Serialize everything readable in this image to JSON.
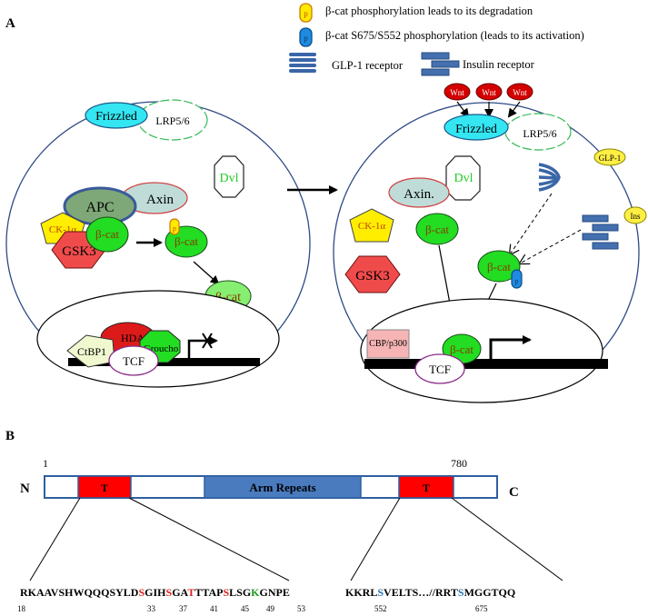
{
  "panel_a": {
    "label": "A",
    "legend": {
      "phospho_degradation": "β-cat phosphorylation leads to its degradation",
      "phospho_activation": "β-cat S675/S552 phosphorylation (leads to its activation)",
      "glp1_receptor": "GLP-1 receptor",
      "insulin_receptor": "Insulin receptor",
      "p_badge": "p"
    },
    "left_cell": {
      "frizzled": "Frizzled",
      "lrp": "LRP5/6",
      "apc": "APC",
      "axin": "Axin",
      "dvl": "Dvl",
      "ck1": "CK-1α",
      "bcat": "β-cat",
      "gsk3": "GSK3",
      "nucleus": {
        "hdac": "HDAC",
        "groucho": "Groucho",
        "ctbp1": "CtBP1",
        "tcf": "TCF"
      }
    },
    "right_cell": {
      "wnt": "Wnt",
      "frizzled": "Frizzled",
      "lrp": "LRP5/6",
      "axin": "Axin.",
      "dvl": "Dvl",
      "ck1": "CK-1α",
      "bcat": "β-cat",
      "gsk3": "GSK3",
      "glp1": "GLP-1",
      "ins": "Ins",
      "p_badge": "p",
      "nucleus": {
        "cbp": "CBP/p300",
        "tcf": "TCF",
        "bcat": "β-cat"
      }
    },
    "colors": {
      "cell_border": "#2e4a86",
      "frizzled": "#33e6f2",
      "bcat": "#22dd22",
      "gsk3": "#f04b4b",
      "ck1": "#ffee00",
      "apc": "#7fa878",
      "axin": "#bfdcd9",
      "receptor": "#4470b0",
      "hdac": "#dd1a1a",
      "ctbp1": "#f0f8d0",
      "cbp": "#f6b4b4",
      "wnt": "#d40000"
    }
  },
  "panel_b": {
    "label": "B",
    "n_terminus": "N",
    "c_terminus": "C",
    "start_pos": "1",
    "end_pos": "780",
    "t_domain": "T",
    "arm_repeats": "Arm Repeats",
    "seq_left": [
      {
        "t": "RKAAVSHWQQQSYLD",
        "c": "k"
      },
      {
        "t": "S",
        "c": "r"
      },
      {
        "t": "GIH",
        "c": "k"
      },
      {
        "t": "S",
        "c": "r"
      },
      {
        "t": "GA",
        "c": "k"
      },
      {
        "t": "T",
        "c": "r"
      },
      {
        "t": "TTAP",
        "c": "k"
      },
      {
        "t": "S",
        "c": "r"
      },
      {
        "t": "LSG",
        "c": "k"
      },
      {
        "t": "K",
        "c": "g"
      },
      {
        "t": "GNPE",
        "c": "k"
      }
    ],
    "seq_right": [
      {
        "t": "KKRL",
        "c": "k"
      },
      {
        "t": "S",
        "c": "b"
      },
      {
        "t": "VELTS…//RRT",
        "c": "k"
      },
      {
        "t": "S",
        "c": "b"
      },
      {
        "t": "MGGTQQ",
        "c": "k"
      }
    ],
    "positions_left": [
      "18",
      "33",
      "37",
      "41",
      "45",
      "49",
      "53"
    ],
    "positions_right": [
      "552",
      "675"
    ],
    "colors": {
      "k": "#000000",
      "r": "#e02020",
      "g": "#1a9a1a",
      "b": "#2a78b8",
      "t_box": "#ff0000",
      "arm": "#4a7bbf",
      "bar": "#2e5fa0"
    }
  }
}
